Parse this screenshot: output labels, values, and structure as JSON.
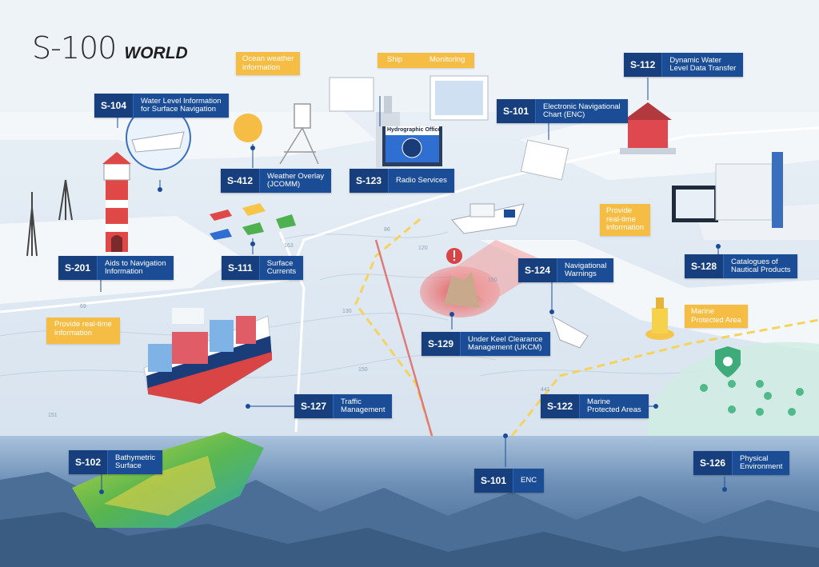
{
  "title": {
    "main": "S-100",
    "sub": "WORLD"
  },
  "labels": [
    {
      "id": "s104",
      "code": "S-104",
      "name": "Water Level Information\nfor Surface Navigation"
    },
    {
      "id": "s412",
      "code": "S-412",
      "name": "Weather Overlay\n(JCOMM)"
    },
    {
      "id": "s123",
      "code": "S-123",
      "name": "Radio    Services"
    },
    {
      "id": "s101a",
      "code": "S-101",
      "name": "Electronic Navigational\nChart (ENC)"
    },
    {
      "id": "s112",
      "code": "S-112",
      "name": "Dynamic Water\nLevel Data Transfer"
    },
    {
      "id": "s201",
      "code": "S-201",
      "name": "Aids to Navigation\nInformation"
    },
    {
      "id": "s111",
      "code": "S-111",
      "name": "Surface\nCurrents"
    },
    {
      "id": "s124",
      "code": "S-124",
      "name": "Navigational\nWarnings"
    },
    {
      "id": "s128",
      "code": "S-128",
      "name": "Catalogues of\nNautical Products"
    },
    {
      "id": "s129",
      "code": "S-129",
      "name": "Under Keel Clearance\nManagement (UKCM)"
    },
    {
      "id": "s127",
      "code": "S-127",
      "name": "Traffic\nManagement"
    },
    {
      "id": "s122",
      "code": "S-122",
      "name": "Marine\nProtected Areas"
    },
    {
      "id": "s102",
      "code": "S-102",
      "name": "Bathymetric\nSurface"
    },
    {
      "id": "s101b",
      "code": "S-101",
      "name": "ENC"
    },
    {
      "id": "s126",
      "code": "S-126",
      "name": "Physical\nEnvironment"
    }
  ],
  "callouts": {
    "ocean_weather": "Ocean weather\ninformation",
    "ship": "Ship",
    "monitoring": "Monitoring",
    "realtime_right": "Provide\nreal-time\ninformation",
    "realtime_left": "Provide real-time\ninformation",
    "marine_protected": "Marine\nProtected Area"
  },
  "hydro_office": "Hydrographic Office",
  "depths": [
    "163",
    "130",
    "150",
    "120",
    "86",
    "441",
    "69",
    "151",
    "150"
  ],
  "colors": {
    "label_bg": "#1a4d96",
    "code_bg": "#173f7d",
    "callout": "#f6bd45",
    "sea": "#dbe6f1",
    "land": "#f3f6f9",
    "deep": "#3a5e88",
    "accent_red": "#d94545",
    "aid_green": "#4fb98a"
  }
}
